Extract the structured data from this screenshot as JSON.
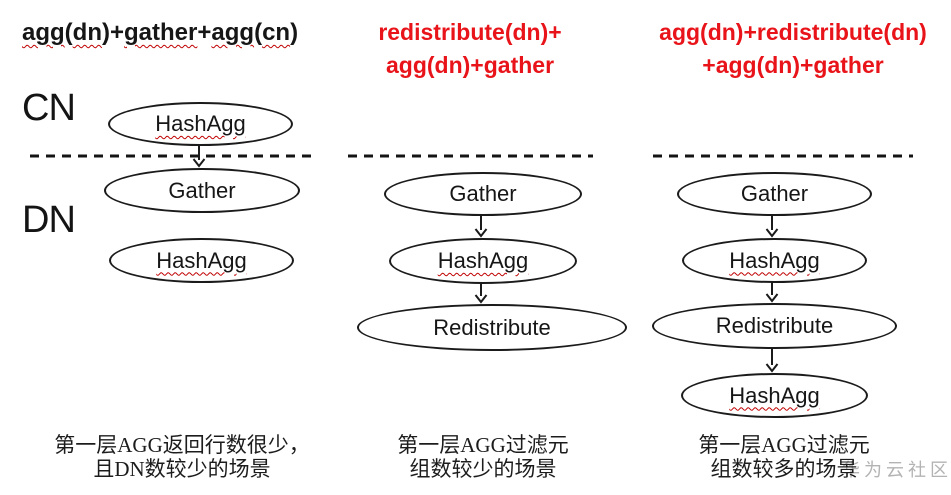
{
  "colors": {
    "background": "#ffffff",
    "title_red": "#e8141a",
    "text_black": "#161616",
    "squiggle_red": "#c00000",
    "watermark_gray": "#b3b3b3",
    "node_stroke": "#1b1b1b"
  },
  "region_labels": {
    "cn": "CN",
    "dn": "DN"
  },
  "columns": [
    {
      "title": {
        "full": "agg(dn)+gather+agg(cn)",
        "segments": [
          {
            "text": "agg",
            "squiggle": true
          },
          {
            "text": "(",
            "squiggle": false
          },
          {
            "text": "dn",
            "squiggle": true
          },
          {
            "text": ")+",
            "squiggle": false
          },
          {
            "text": "gather",
            "squiggle": true
          },
          {
            "text": "+",
            "squiggle": false
          },
          {
            "text": "agg",
            "squiggle": true
          },
          {
            "text": "(",
            "squiggle": false
          },
          {
            "text": "cn",
            "squiggle": true
          },
          {
            "text": ")",
            "squiggle": false
          }
        ]
      },
      "nodes": [
        {
          "label": "HashAgg",
          "region": "CN"
        },
        {
          "label": "Gather",
          "region": "DN"
        },
        {
          "label": "HashAgg",
          "region": "DN"
        }
      ],
      "caption": {
        "line1": "第一层AGG返回行数很少，",
        "line2": "且DN数较少的场景"
      }
    },
    {
      "title": {
        "lines": [
          "redistribute(dn)+",
          "agg(dn)+gather"
        ]
      },
      "nodes": [
        {
          "label": "Gather",
          "region": "DN"
        },
        {
          "label": "HashAgg",
          "region": "DN"
        },
        {
          "label": "Redistribute",
          "region": "DN"
        }
      ],
      "caption": {
        "line1": "第一层AGG过滤元",
        "line2": "组数较少的场景"
      }
    },
    {
      "title": {
        "lines": [
          "agg(dn)+redistribute(dn)",
          "+agg(dn)+gather"
        ]
      },
      "nodes": [
        {
          "label": "Gather",
          "region": "DN"
        },
        {
          "label": "HashAgg",
          "region": "DN"
        },
        {
          "label": "Redistribute",
          "region": "DN"
        },
        {
          "label": "HashAgg",
          "region": "DN"
        }
      ],
      "caption": {
        "line1": "第一层AGG过滤元",
        "line2": "组数较多的场景"
      }
    }
  ],
  "watermark": {
    "text": "华为云社区"
  }
}
